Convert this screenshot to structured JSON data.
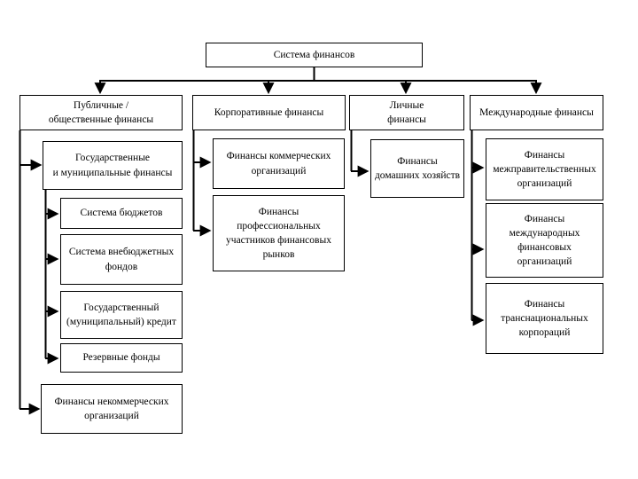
{
  "diagram_type": "hierarchy-flowchart",
  "colors": {
    "line": "#000000",
    "box_border": "#000000",
    "box_fill": "#ffffff",
    "text": "#000000",
    "background": "#ffffff"
  },
  "tree": {
    "label": "Система финансов",
    "children": [
      {
        "label": "Публичные /\nобщественные финансы",
        "children": [
          {
            "label": "Государственные\nи муниципальные финансы",
            "children": [
              {
                "label": "Система бюджетов"
              },
              {
                "label": "Система внебюджетных\nфондов"
              },
              {
                "label": "Государственный\n(муниципальный) кредит"
              },
              {
                "label": "Резервные фонды"
              }
            ]
          },
          {
            "label": "Финансы некоммерческих\nорганизаций"
          }
        ]
      },
      {
        "label": "Корпоративные финансы",
        "children": [
          {
            "label": "Финансы коммерческих\nорганизаций"
          },
          {
            "label": "Финансы\nпрофессиональных\nучастников финансовых\nрынков"
          }
        ]
      },
      {
        "label": "Личные\nфинансы",
        "children": [
          {
            "label": "Финансы\nдомашних хозяйств"
          }
        ]
      },
      {
        "label": "Международные финансы",
        "children": [
          {
            "label": "Финансы\nмежправительственных\nорганизаций"
          },
          {
            "label": "Финансы\nмеждународных\nфинансовых\nорганизаций"
          },
          {
            "label": "Финансы\nтранснациональных\nкорпораций"
          }
        ]
      }
    ]
  }
}
